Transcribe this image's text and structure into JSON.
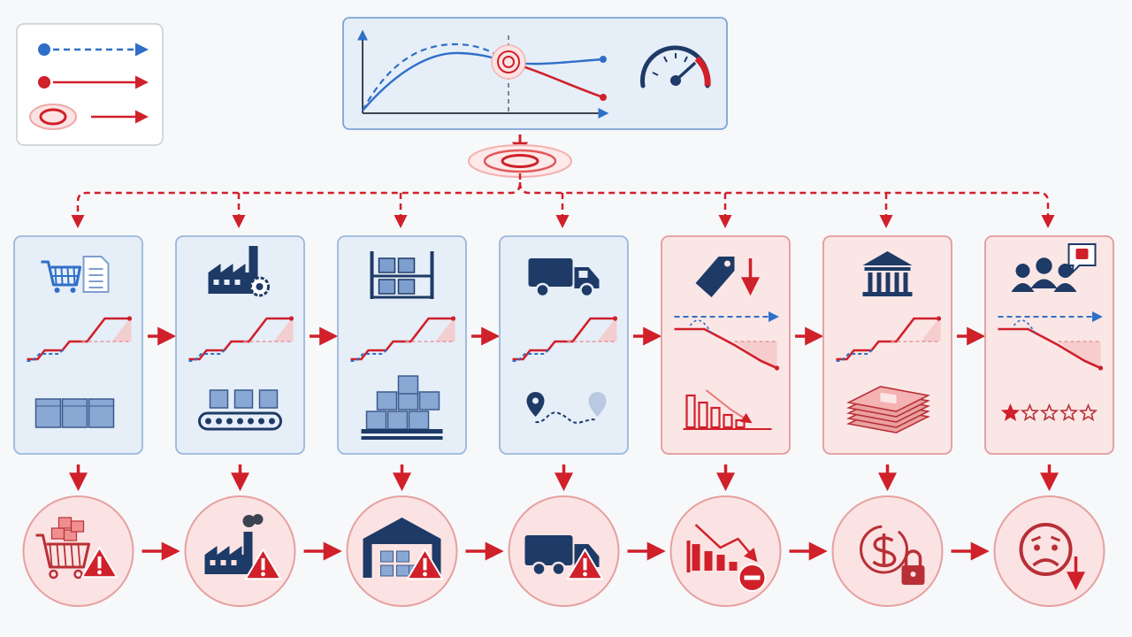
{
  "legend": {
    "items": [
      {
        "marker": "dot",
        "line": "dashed",
        "color": "#2f6fc7"
      },
      {
        "marker": "dot",
        "line": "solid",
        "color": "#d0202a"
      },
      {
        "marker": "target",
        "line": "solid",
        "color": "#d0202a"
      }
    ]
  },
  "colors": {
    "blue": "#2f6fc7",
    "red": "#d0202a",
    "navy": "#1e3a66",
    "panel_blue_fill": "#e6eef8",
    "panel_blue_border": "#9ab7dc",
    "panel_red_fill": "#fbe6e6",
    "panel_red_border": "#e39a9a",
    "circle_fill": "#fbe3e3",
    "circle_border": "#e6a0a0"
  },
  "top_panel": {
    "icons": [
      "divergence-chart-icon",
      "speedometer-icon"
    ]
  },
  "stages": [
    {
      "id": "orders",
      "tone": "blue",
      "top_icon": "cart-document-icon",
      "trend": "rise",
      "bottom_icon": "boxes-icon",
      "impact_icon": "cart-warning-icon"
    },
    {
      "id": "manufacturing",
      "tone": "blue",
      "top_icon": "factory-gear-icon",
      "trend": "rise",
      "bottom_icon": "conveyor-icon",
      "impact_icon": "factory-warning-icon"
    },
    {
      "id": "warehousing",
      "tone": "blue",
      "top_icon": "shelving-icon",
      "trend": "rise",
      "bottom_icon": "pallet-stack-icon",
      "impact_icon": "warehouse-warning-icon"
    },
    {
      "id": "transport",
      "tone": "blue",
      "top_icon": "truck-icon",
      "trend": "rise",
      "bottom_icon": "route-pins-icon",
      "impact_icon": "truck-warning-icon"
    },
    {
      "id": "pricing",
      "tone": "red",
      "top_icon": "price-tag-down-icon",
      "trend": "fall",
      "bottom_icon": "declining-bars-icon",
      "impact_icon": "chart-minus-icon"
    },
    {
      "id": "finance",
      "tone": "red",
      "top_icon": "bank-icon",
      "trend": "rise",
      "bottom_icon": "cash-stack-icon",
      "impact_icon": "cash-lock-icon"
    },
    {
      "id": "customers",
      "tone": "red",
      "top_icon": "people-dislike-icon",
      "trend": "fall",
      "bottom_icon": "one-star-rating-icon",
      "impact_icon": "sad-face-down-icon"
    }
  ]
}
